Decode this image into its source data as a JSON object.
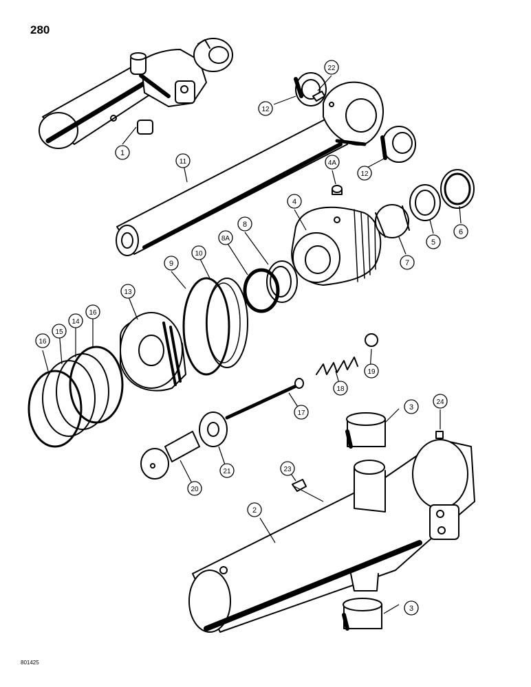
{
  "page_number": "280",
  "ref_code": "801425",
  "callouts": [
    {
      "id": "c1",
      "label": "1"
    },
    {
      "id": "c2",
      "label": "2"
    },
    {
      "id": "c3a",
      "label": "3"
    },
    {
      "id": "c3b",
      "label": "3"
    },
    {
      "id": "c4",
      "label": "4"
    },
    {
      "id": "c4a",
      "label": "4A"
    },
    {
      "id": "c5",
      "label": "5"
    },
    {
      "id": "c6",
      "label": "6"
    },
    {
      "id": "c7",
      "label": "7"
    },
    {
      "id": "c8",
      "label": "8"
    },
    {
      "id": "c8a",
      "label": "8A"
    },
    {
      "id": "c9",
      "label": "9"
    },
    {
      "id": "c10",
      "label": "10"
    },
    {
      "id": "c11",
      "label": "11"
    },
    {
      "id": "c12a",
      "label": "12"
    },
    {
      "id": "c12b",
      "label": "12"
    },
    {
      "id": "c13",
      "label": "13"
    },
    {
      "id": "c14",
      "label": "14"
    },
    {
      "id": "c15",
      "label": "15"
    },
    {
      "id": "c16a",
      "label": "16"
    },
    {
      "id": "c16b",
      "label": "16"
    },
    {
      "id": "c17",
      "label": "17"
    },
    {
      "id": "c18",
      "label": "18"
    },
    {
      "id": "c19",
      "label": "19"
    },
    {
      "id": "c20",
      "label": "20"
    },
    {
      "id": "c21",
      "label": "21"
    },
    {
      "id": "c22",
      "label": "22"
    },
    {
      "id": "c23",
      "label": "23"
    },
    {
      "id": "c24",
      "label": "24"
    }
  ]
}
